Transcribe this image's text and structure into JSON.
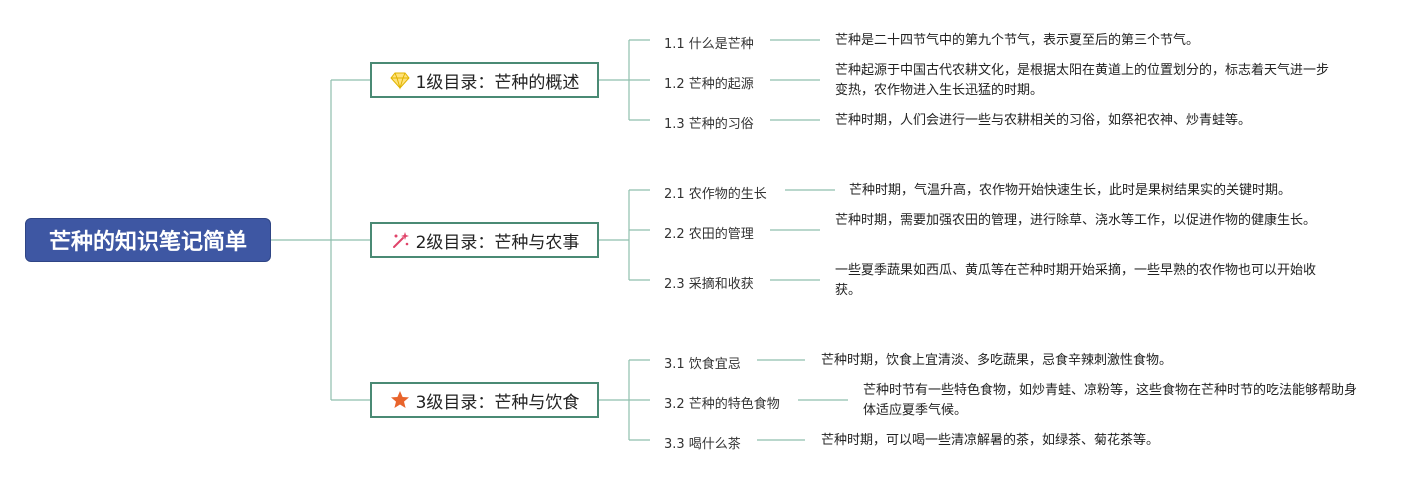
{
  "root": {
    "title": "芒种的知识笔记简单"
  },
  "colors": {
    "root_bg": "#3e57a3",
    "line": "#8fbfae",
    "branch_border": "#4a8a74"
  },
  "branches": [
    {
      "title": "1级目录：芒种的概述",
      "icon": "gem-icon",
      "children": [
        {
          "label": "1.1 什么是芒种",
          "desc": "芒种是二十四节气中的第九个节气，表示夏至后的第三个节气。"
        },
        {
          "label": "1.2 芒种的起源",
          "desc": "芒种起源于中国古代农耕文化，是根据太阳在黄道上的位置划分的，标志着天气进一步变热，农作物进入生长迅猛的时期。"
        },
        {
          "label": "1.3 芒种的习俗",
          "desc": "芒种时期，人们会进行一些与农耕相关的习俗，如祭祀农神、炒青蛙等。"
        }
      ]
    },
    {
      "title": "2级目录：芒种与农事",
      "icon": "sparkle-wand-icon",
      "children": [
        {
          "label": "2.1 农作物的生长",
          "desc": "芒种时期，气温升高，农作物开始快速生长，此时是果树结果实的关键时期。"
        },
        {
          "label": "2.2 农田的管理",
          "desc": "芒种时期，需要加强农田的管理，进行除草、浇水等工作，以促进作物的健康生长。"
        },
        {
          "label": "2.3 采摘和收获",
          "desc": "一些夏季蔬果如西瓜、黄瓜等在芒种时期开始采摘，一些早熟的农作物也可以开始收获。"
        }
      ]
    },
    {
      "title": "3级目录：芒种与饮食",
      "icon": "star-icon",
      "children": [
        {
          "label": "3.1 饮食宜忌",
          "desc": "芒种时期，饮食上宜清淡、多吃蔬果，忌食辛辣刺激性食物。"
        },
        {
          "label": "3.2 芒种的特色食物",
          "desc": "芒种时节有一些特色食物，如炒青蛙、凉粉等，这些食物在芒种时节的吃法能够帮助身体适应夏季气候。"
        },
        {
          "label": "3.3 喝什么茶",
          "desc": "芒种时期，可以喝一些清凉解暑的茶，如绿茶、菊花茶等。"
        }
      ]
    }
  ]
}
